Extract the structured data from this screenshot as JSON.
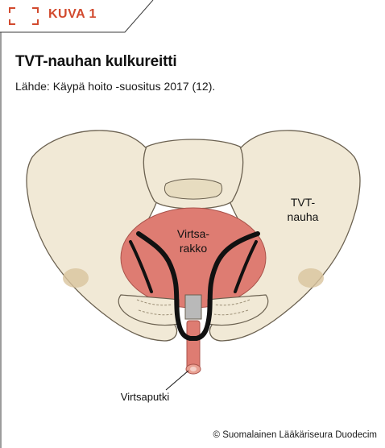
{
  "figure": {
    "tab_label": "KUVA 1",
    "title": "TVT-nauhan kulkureitti",
    "subtitle": "Lähde: Käypä hoito -suositus 2017 (12).",
    "copyright": "© Suomalainen Lääkäriseura Duodecim"
  },
  "labels": {
    "bladder_line1": "Virtsa-",
    "bladder_line2": "rakko",
    "tape_line1": "TVT-",
    "tape_line2": "nauha",
    "urethra": "Virtsaputki"
  },
  "colors": {
    "accent": "#d24a2e",
    "bone": "#f1e9d6",
    "bone_outline": "#6b6150",
    "bladder": "#de7c72",
    "tape": "#111111"
  }
}
